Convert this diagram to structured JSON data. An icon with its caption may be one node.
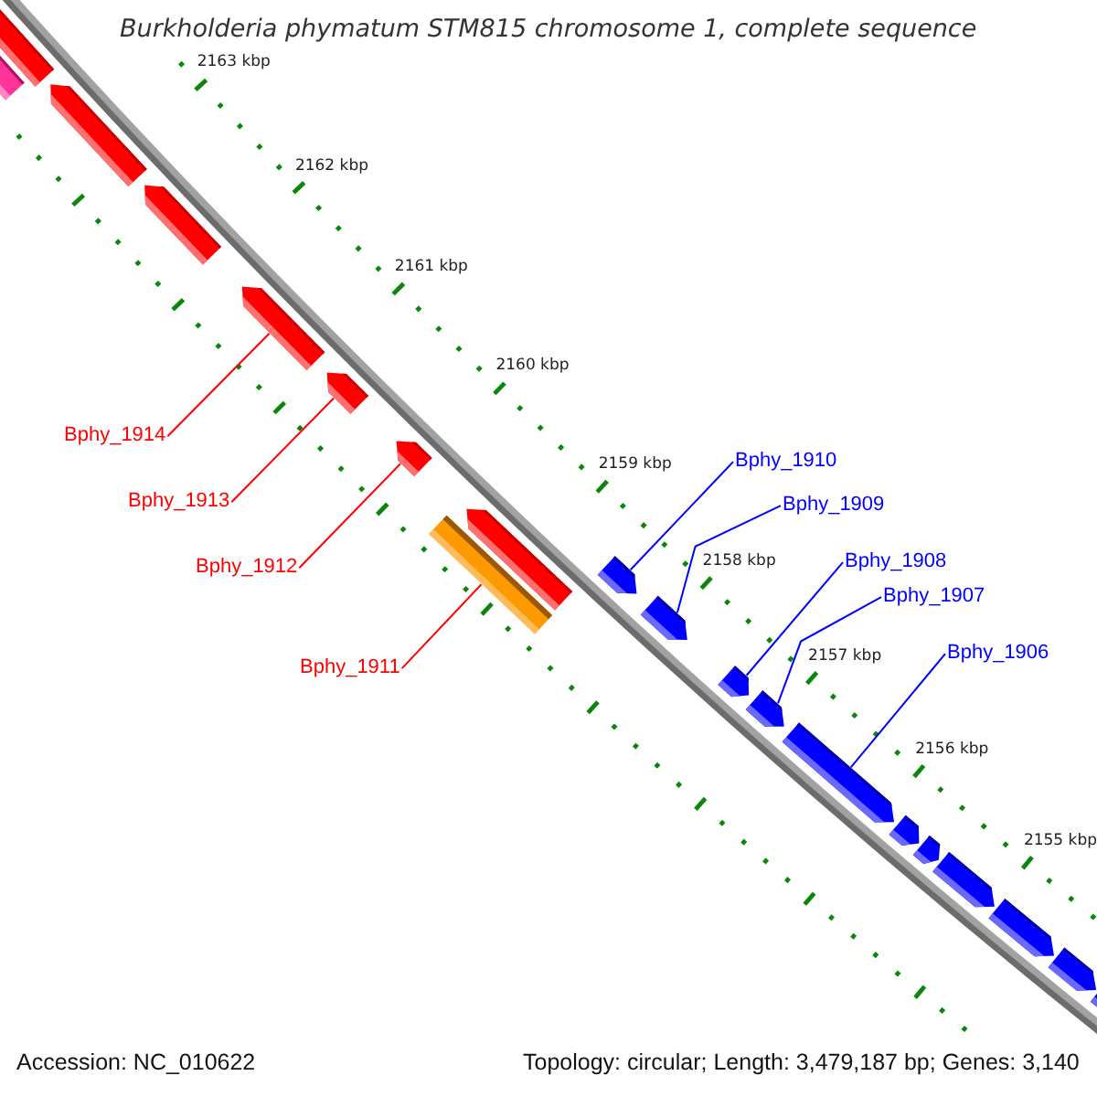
{
  "diagram": {
    "title": "Burkholderia phymatum STM815 chromosome 1, complete sequence",
    "nodes": [
      {
        "text": [],
        "shape": "bar"
      },
      {
        "text": [],
        "shape": "bar"
      },
      {
        "text": [],
        "shape": "pentagon"
      },
      {
        "text": [],
        "shape": "pentagon"
      },
      {
        "text": [],
        "shape": "pentagon"
      },
      {
        "text": [],
        "shape": "pentagon"
      },
      {
        "text": [],
        "shape": "pentagon"
      },
      {
        "text": [],
        "shape": "pentagon"
      },
      {
        "text": [],
        "shape": "bar"
      },
      {
        "text": [
          "Bphy_1914"
        ]
      },
      {
        "text": [
          "Bphy_1913"
        ]
      },
      {
        "text": [
          "Bphy_1912"
        ]
      },
      {
        "text": [
          "Bphy_1911"
        ]
      },
      {
        "text": [
          "Bphy_1910"
        ]
      },
      {
        "text": [
          "Bphy_1909"
        ]
      },
      {
        "text": [
          "Bphy_1908"
        ]
      },
      {
        "text": [
          "Bphy_1907"
        ]
      },
      {
        "text": [
          "Bphy_1906"
        ]
      },
      {
        "text": [],
        "shape": "pentagon"
      },
      {
        "text": [],
        "shape": "pentagon"
      },
      {
        "text": [],
        "shape": "pentagon"
      },
      {
        "text": [],
        "shape": "pentagon"
      },
      {
        "text": [],
        "shape": "pentagon"
      },
      {
        "text": [],
        "shape": "pentagon"
      },
      {
        "text": [],
        "shape": "pentagon"
      },
      {
        "text": [],
        "shape": "pentagon"
      },
      {
        "text": [],
        "shape": "pentagon"
      },
      {
        "text": [],
        "shape": "pentagon"
      },
      {
        "text": [],
        "shape": "bar"
      }
    ],
    "edges": [
      {
        "from": 9,
        "to": 4,
        "arrow": "none",
        "color": "#ff0000"
      },
      {
        "from": 10,
        "to": 5,
        "arrow": "none",
        "color": "#ff0000"
      },
      {
        "from": 11,
        "to": 6,
        "arrow": "none",
        "color": "#ff0000"
      },
      {
        "from": 12,
        "to": 8,
        "arrow": "none",
        "color": "#ff0000"
      },
      {
        "from": 13,
        "to": 18,
        "arrow": "none"
      },
      {
        "from": 14,
        "to": 19,
        "arrow": "none"
      },
      {
        "from": 15,
        "to": 20,
        "arrow": "none"
      },
      {
        "from": 16,
        "to": 21,
        "arrow": "none"
      },
      {
        "from": 17,
        "to": 22,
        "arrow": "none"
      }
    ],
    "labels": [
      "2163 kbp",
      "2162 kbp",
      "2161 kbp",
      "2160 kbp",
      "2159 kbp",
      "2158 kbp",
      "2157 kbp",
      "2156 kbp",
      "2155 kbp",
      "Accession: NC_010622",
      "Topology: circular; Length: 3,479,187 bp; Genes: 3,140"
    ]
  }
}
